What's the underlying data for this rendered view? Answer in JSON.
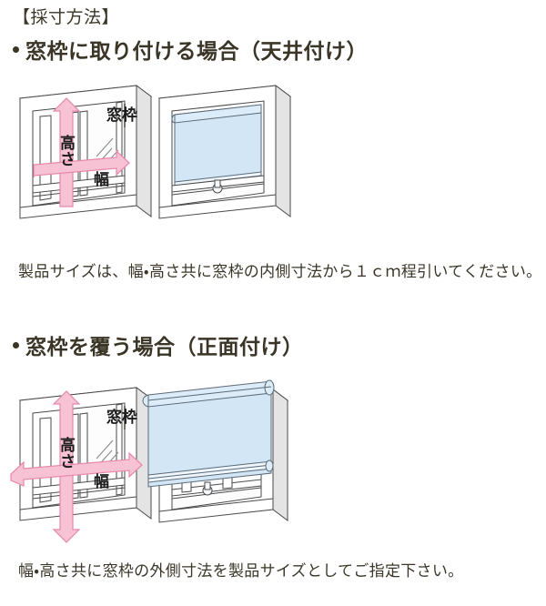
{
  "document": {
    "title": "【採寸方法】"
  },
  "sections": [
    {
      "id": "ceiling-mount",
      "bullet": "•",
      "heading": "窓枠に取り付ける場合（天井付け）",
      "caption": "製品サイズは、幅・高さ共に窓枠の内側寸法から１ｃｍ程引いてください。",
      "figures": {
        "measure": {
          "name": "window-frame-inside-measure",
          "labels": {
            "frame": "窓枠",
            "height": "高さ",
            "width": "幅"
          }
        },
        "installed": {
          "name": "roller-blind-inside-frame"
        }
      }
    },
    {
      "id": "face-mount",
      "bullet": "•",
      "heading": "窓枠を覆う場合（正面付け）",
      "caption": "幅・高さ共に窓枠の外側寸法を製品サイズとしてご指定下さい。",
      "figures": {
        "measure": {
          "name": "window-frame-outside-measure",
          "labels": {
            "frame": "窓枠",
            "height": "高さ",
            "width": "幅"
          }
        },
        "installed": {
          "name": "roller-blind-over-frame"
        }
      }
    }
  ],
  "colors": {
    "text": "#3a3526",
    "arrow_fill": "#f6c2d4",
    "arrow_stroke": "#e887ad",
    "blind_fabric": "#d2e6f5",
    "frame_line": "#4a4a4a",
    "background": "#ffffff"
  }
}
